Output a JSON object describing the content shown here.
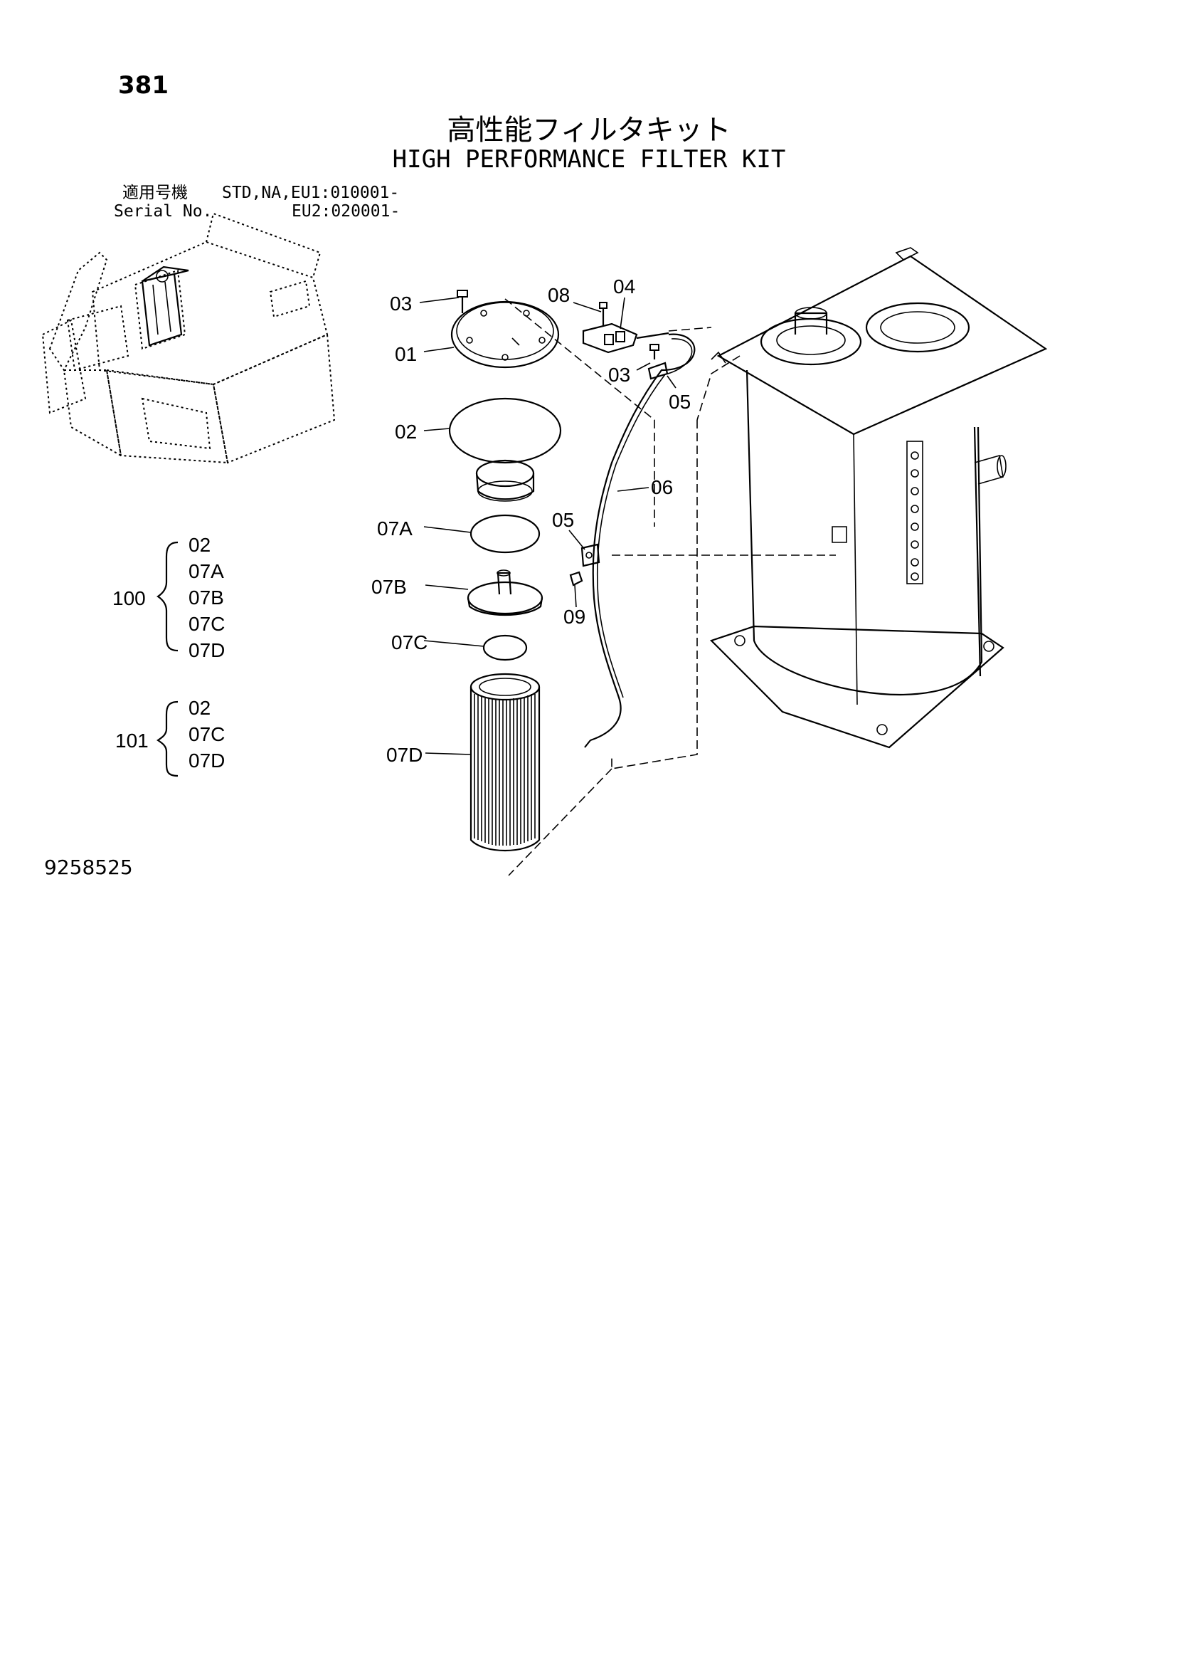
{
  "page_number": "381",
  "title_jp": "高性能フィルタキット",
  "title_en": "HIGH PERFORMANCE FILTER KIT",
  "serial": {
    "label_jp": "適用号機",
    "label_en": "Serial No.",
    "line1": "STD,NA,EU1:010001-",
    "line2": "EU2:020001-"
  },
  "callouts": {
    "c01": "01",
    "c02": "02",
    "c03a": "03",
    "c03b": "03",
    "c04": "04",
    "c05a": "05",
    "c05b": "05",
    "c06": "06",
    "c07a": "07A",
    "c07b": "07B",
    "c07c": "07C",
    "c07d": "07D",
    "c08": "08",
    "c09": "09"
  },
  "kits": [
    {
      "number": "100",
      "parts": [
        "02",
        "07A",
        "07B",
        "07C",
        "07D"
      ]
    },
    {
      "number": "101",
      "parts": [
        "02",
        "07C",
        "07D"
      ]
    }
  ],
  "drawing_number": "9258525"
}
